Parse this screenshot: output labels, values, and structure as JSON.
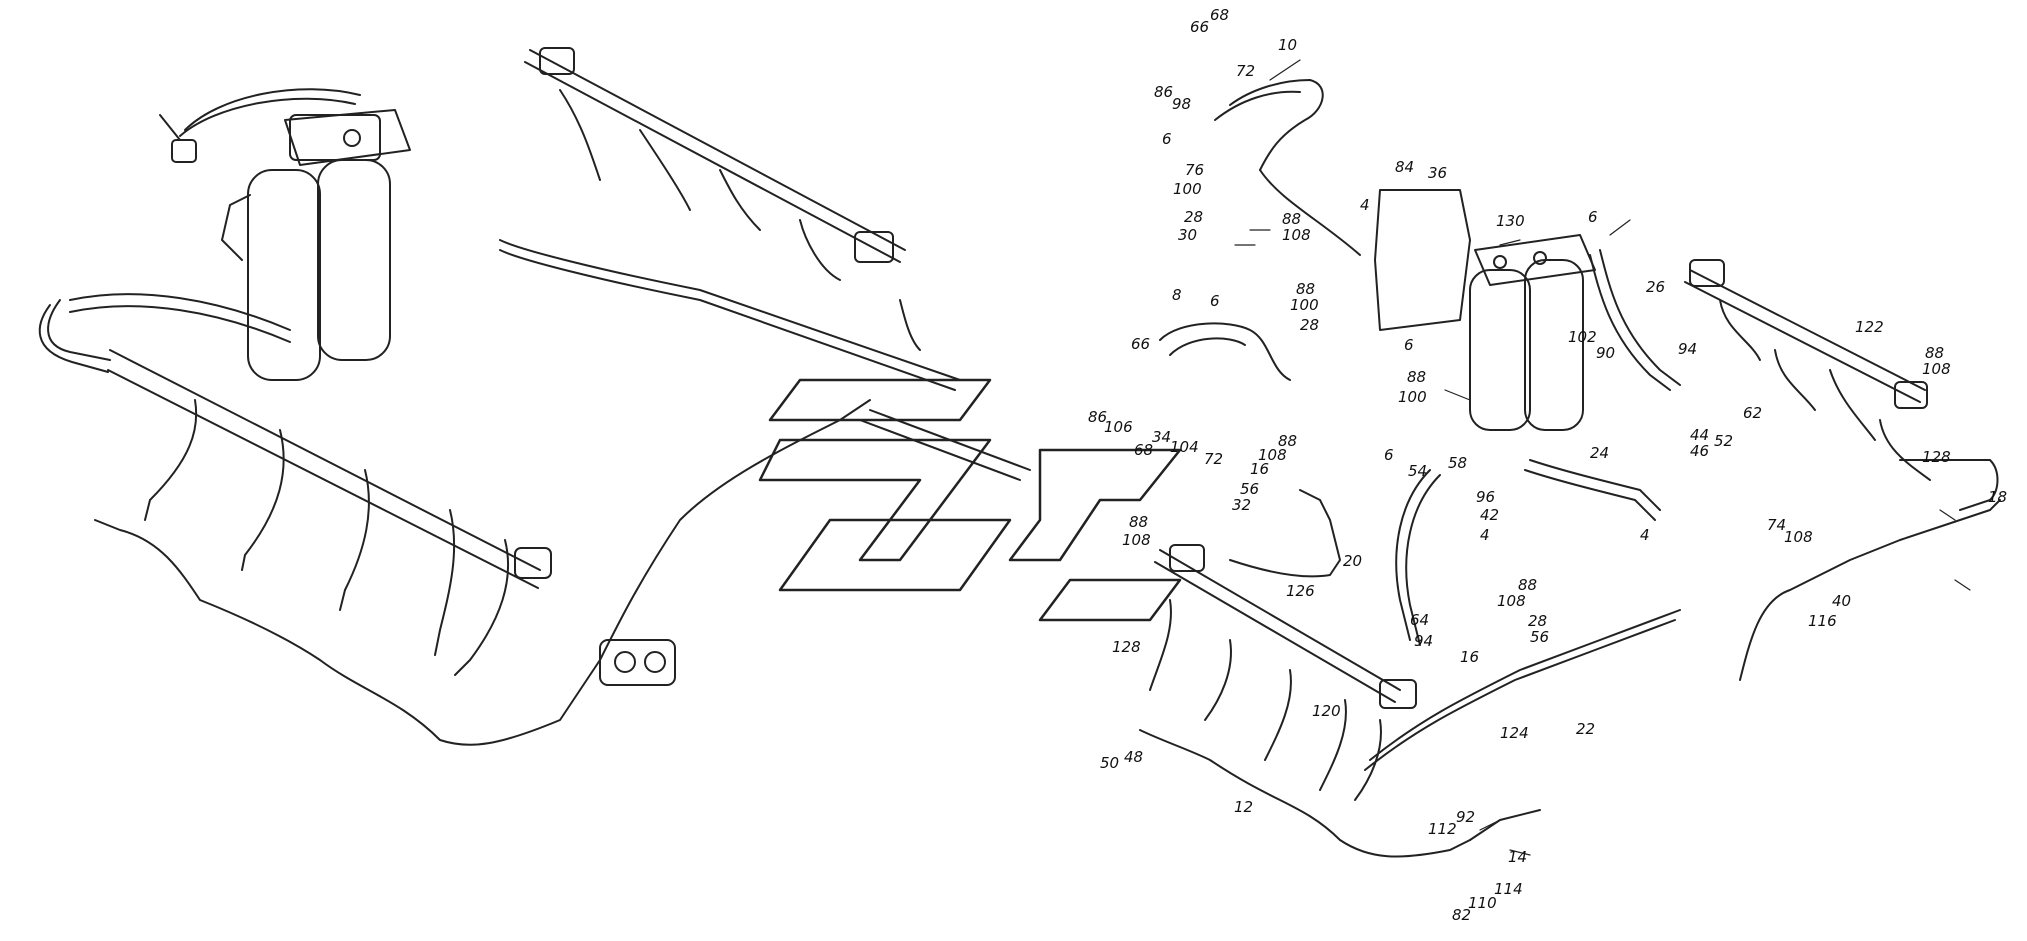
{
  "diagram": {
    "callouts": [
      "68",
      "66",
      "86",
      "98",
      "72",
      "10",
      "6",
      "76",
      "100",
      "84",
      "36",
      "28",
      "88",
      "30",
      "108",
      "4",
      "130",
      "6",
      "26",
      "8",
      "88",
      "100",
      "6",
      "28",
      "122",
      "88",
      "108",
      "66",
      "6",
      "102",
      "90",
      "94",
      "86",
      "106",
      "104",
      "34",
      "68",
      "72",
      "88",
      "100",
      "44",
      "46",
      "52",
      "62",
      "128",
      "88",
      "108",
      "16",
      "56",
      "6",
      "54",
      "58",
      "96",
      "42",
      "24",
      "32",
      "4",
      "88",
      "108",
      "4",
      "20",
      "18",
      "74",
      "108",
      "126",
      "88",
      "108",
      "28",
      "40",
      "116",
      "128",
      "64",
      "94",
      "56",
      "16",
      "120",
      "124",
      "22",
      "50",
      "48",
      "12",
      "112",
      "92",
      "14",
      "82",
      "110",
      "114"
    ]
  }
}
